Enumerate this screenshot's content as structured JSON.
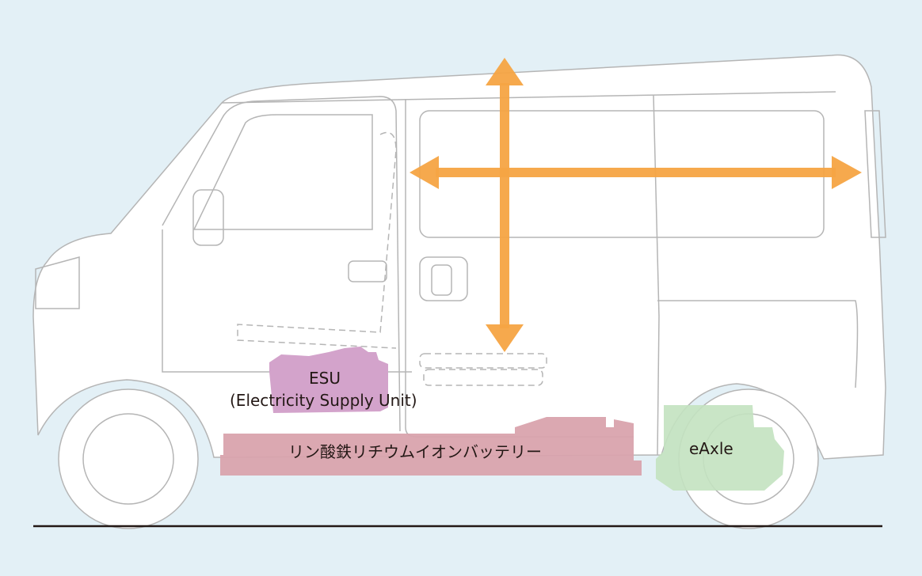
{
  "labels": {
    "esu": "ESU",
    "esu_full": "(Electricity Supply Unit)",
    "battery": "リン酸鉄リチウムイオンバッテリー",
    "eaxle": "eAxle"
  },
  "colors": {
    "background": "#e3f0f6",
    "arrow": "#f5a443",
    "esu": "#d3a3cb",
    "battery": "#d9a3ad",
    "eaxle": "#c3e2c0",
    "outline": "#b5b5b5"
  }
}
